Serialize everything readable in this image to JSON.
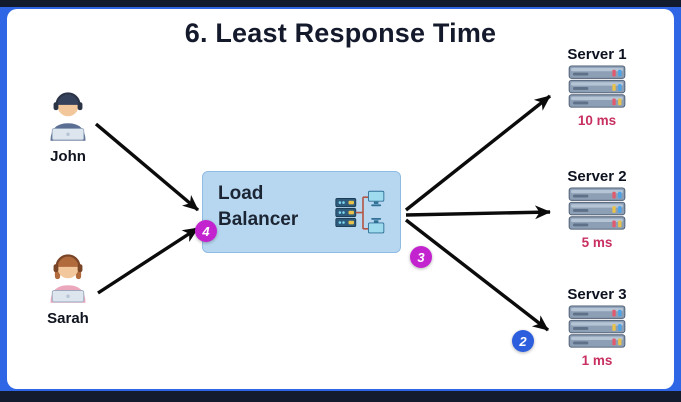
{
  "title": "6. Least Response Time",
  "users": [
    {
      "name": "John"
    },
    {
      "name": "Sarah"
    }
  ],
  "load_balancer": {
    "label": "Load Balancer"
  },
  "servers": [
    {
      "name": "Server 1",
      "response_time": "10 ms"
    },
    {
      "name": "Server 2",
      "response_time": "5 ms"
    },
    {
      "name": "Server 3",
      "response_time": "1 ms"
    }
  ],
  "badges": [
    {
      "value": "4",
      "color": "#c323cf"
    },
    {
      "value": "3",
      "color": "#c323cf"
    },
    {
      "value": "2",
      "color": "#2c5ede"
    }
  ],
  "colors": {
    "frame": "#2e66e6",
    "frame_dark": "#131c2e",
    "canvas": "#ffffff",
    "load_balancer_fill": "#b7d7f1",
    "response_time_text": "#c73060",
    "title_text": "#141a2c",
    "arrow": "#0b0b0b"
  },
  "icons": [
    "person-laptop-icon",
    "server-rack-icon",
    "load-balancer-network-icon"
  ]
}
